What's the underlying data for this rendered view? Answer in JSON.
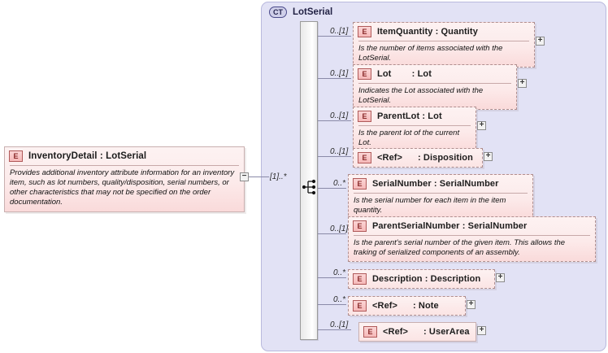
{
  "diagram": {
    "type": "xsd-schema-diagram",
    "root_element": {
      "badge": "E",
      "name": "InventoryDetail : LotSerial",
      "description": "Provides additional inventory attribute information for an inventory item, such as lot numbers, quality/disposition, serial numbers, or other characteristics that may not be specified on the order documentation.",
      "toggle": "−"
    },
    "container": {
      "badge": "CT",
      "title": "LotSerial",
      "compositor": "sequence",
      "compositor_cardinality": "[1]..*"
    },
    "children": [
      {
        "cardinality": "0..[1]",
        "badge": "E",
        "name": "ItemQuantity : Quantity",
        "description": "Is the number of items associated with the LotSerial.",
        "toggle": "+"
      },
      {
        "cardinality": "0..[1]",
        "badge": "E",
        "name": "Lot        : Lot",
        "description": "Indicates the Lot associated with the LotSerial.",
        "toggle": "+"
      },
      {
        "cardinality": "0..[1]",
        "badge": "E",
        "name": "ParentLot : Lot",
        "description": "Is the parent lot of the current Lot.",
        "toggle": "+"
      },
      {
        "cardinality": "0..[1]",
        "badge": "E",
        "name": "<Ref>      : Disposition",
        "description": "",
        "toggle": "+"
      },
      {
        "cardinality": "0..*",
        "badge": "E",
        "name": "SerialNumber : SerialNumber",
        "description": "Is the serial number for each item in the item quantity.",
        "toggle": ""
      },
      {
        "cardinality": "0..[1]",
        "badge": "E",
        "name": "ParentSerialNumber : SerialNumber",
        "description": "Is the parent's serial number of the given item. This allows the traking of serialized components of an assembly.",
        "toggle": ""
      },
      {
        "cardinality": "0..*",
        "badge": "E",
        "name": "Description : Description",
        "description": "",
        "toggle": "+"
      },
      {
        "cardinality": "0..*",
        "badge": "E",
        "name": "<Ref>      : Note",
        "description": "",
        "toggle": "+"
      },
      {
        "cardinality": "0..[1]",
        "badge": "E",
        "name": "<Ref>      : UserArea",
        "description": "",
        "toggle": "+"
      }
    ],
    "colors": {
      "container_fill": "#e2e2f5",
      "element_fill": "#fbe4e4",
      "badge_border": "#b05a5a",
      "connector": "#8a8aa8"
    }
  }
}
